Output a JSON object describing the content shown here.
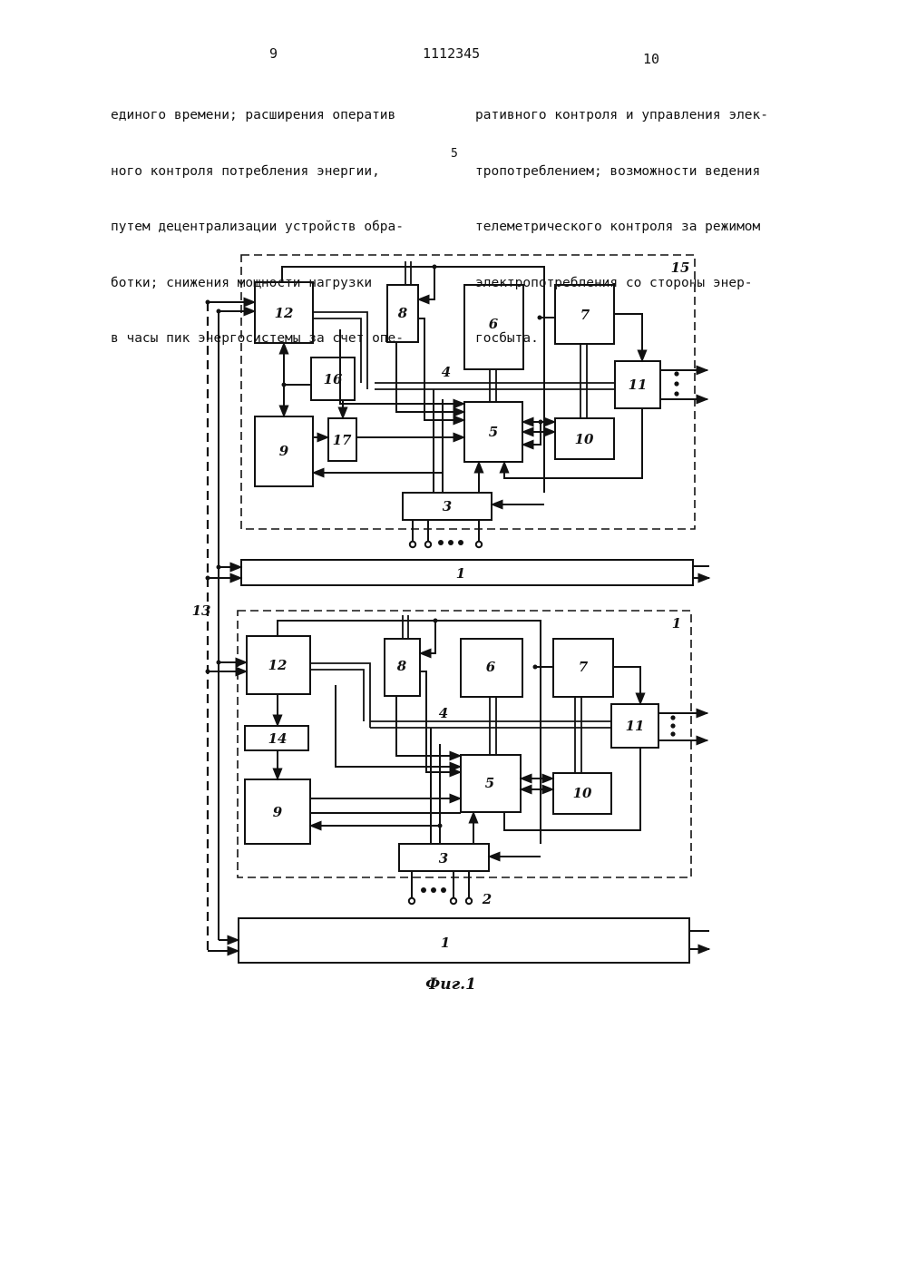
{
  "header": {
    "left_page": "9",
    "patent_number": "1112345",
    "right_page": "10",
    "line_number": "5"
  },
  "text": {
    "left_lines": [
      "единого времени; расширения оператив",
      "ного контроля потребления энергии,",
      "путем децентрализации устройств обра-",
      "ботки; снижения мощности нагрузки",
      "в часы пик энергосистемы за счет опе-"
    ],
    "right_lines": [
      "ративного контроля и управления элек-",
      "тропотреблением; возможности ведения",
      "телеметрического контроля за режимом",
      "электропотребления со стороны энер-",
      "госбыта."
    ]
  },
  "figure": {
    "caption": "Фиг.1",
    "top_unit": {
      "frame_label": "15",
      "blocks": [
        "12",
        "8",
        "6",
        "7",
        "16",
        "11",
        "9",
        "17",
        "5",
        "10",
        "3"
      ],
      "bus_label": "4"
    },
    "middle_bar": "1",
    "bottom_unit": {
      "frame_label": "1",
      "blocks": [
        "12",
        "8",
        "6",
        "7",
        "14",
        "11",
        "9",
        "5",
        "10",
        "3"
      ],
      "bus_label": "4",
      "input_label": "2"
    },
    "bottom_bar": "1",
    "line_label": "13"
  }
}
